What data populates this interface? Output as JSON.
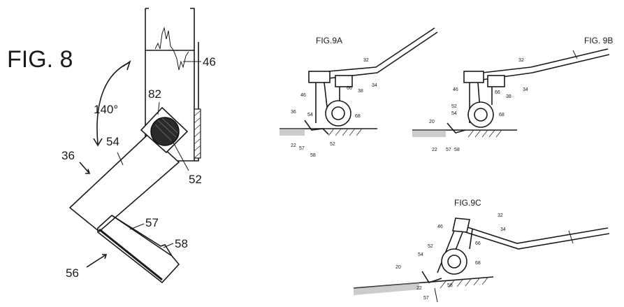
{
  "fig8": {
    "title": "FIG. 8",
    "angle": "140°",
    "labels": {
      "l46": "46",
      "l82": "82",
      "l54": "54",
      "l36": "36",
      "l52": "52",
      "l57": "57",
      "l58": "58",
      "l56": "56"
    }
  },
  "fig9a": {
    "title": "FIG.9A",
    "labels": {
      "l32": "32",
      "l34": "34",
      "l46": "46",
      "l66": "66",
      "l38": "38",
      "l68": "68",
      "l36": "36",
      "l54": "54",
      "l52": "52",
      "l22": "22",
      "l57": "57",
      "l58": "58"
    }
  },
  "fig9b": {
    "title": "FIG. 9B",
    "labels": {
      "l32": "32",
      "l34": "34",
      "l46": "46",
      "l66": "66",
      "l38": "38",
      "l68": "68",
      "l52": "52",
      "l54": "54",
      "l20": "20",
      "l22": "22",
      "l57": "57",
      "l58": "58"
    }
  },
  "fig9c": {
    "title": "FIG.9C",
    "labels": {
      "l32": "32",
      "l34": "34",
      "l46": "46",
      "l66": "66",
      "l68": "68",
      "l52": "52",
      "l54": "54",
      "l20": "20",
      "l22": "22",
      "l57": "57",
      "l58": "58"
    }
  }
}
